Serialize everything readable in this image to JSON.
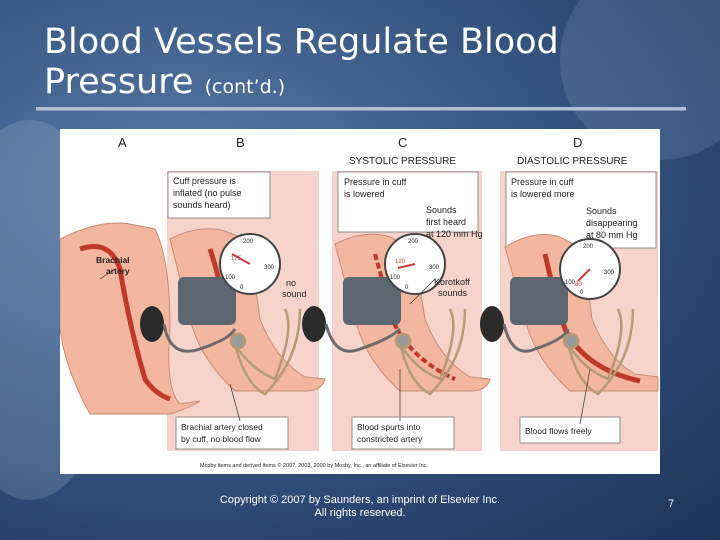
{
  "slide": {
    "title_main": "Blood Vessels Regulate Blood Pressure",
    "title_suffix": "(cont’d.)",
    "footer_line1": "Copyright © 2007 by Saunders, an imprint of Elsevier Inc.",
    "footer_line2": "All rights reserved.",
    "page_number": "7"
  },
  "figure": {
    "panel_letters": [
      "A",
      "B",
      "C",
      "D"
    ],
    "header_systolic": "SYSTOLIC PRESSURE",
    "header_diastolic": "DIASTOLIC PRESSURE",
    "brachial_artery": [
      "Brachial",
      "artery"
    ],
    "panel_b_box": [
      "Cuff pressure is",
      "inflated (no pulse",
      "sounds heard)"
    ],
    "panel_b_note": [
      "no",
      "sound"
    ],
    "panel_b_caption": [
      "Brachial artery closed",
      "by cuff, no blood flow"
    ],
    "panel_c_box": [
      "Pressure in cuff",
      "is lowered"
    ],
    "panel_c_sounds": [
      "Sounds",
      "first heard",
      "at 120 mm Hg"
    ],
    "panel_c_korotkoff": [
      "Korotkoff",
      "sounds"
    ],
    "panel_c_caption": [
      "Blood spurts into",
      "constricted artery"
    ],
    "panel_d_box": [
      "Pressure in cuff",
      "is lowered more"
    ],
    "panel_d_sounds": [
      "Sounds",
      "disappearing",
      "at 80 mm Hg"
    ],
    "panel_d_caption": "Blood flows freely",
    "gauge_labels": {
      "g0": "0",
      "g100": "100",
      "g200": "200",
      "g300": "300"
    },
    "gauge_b_reading": "175",
    "gauge_c_reading": "120",
    "gauge_d_reading": "80",
    "credit": "Mosby items and derived items © 2007, 2003, 2000 by Mosby, Inc., an affiliate of Elsevier Inc."
  }
}
